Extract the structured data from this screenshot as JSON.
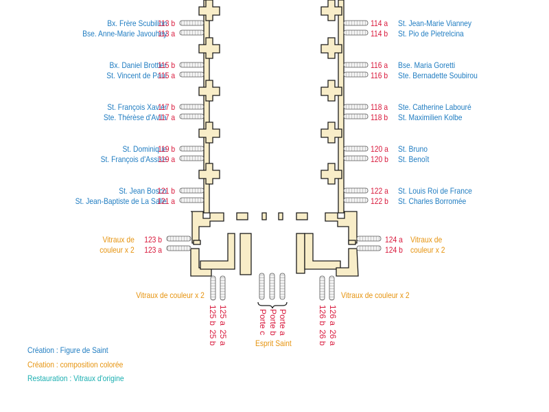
{
  "colors": {
    "saint": "#1f7cc1",
    "number": "#d8173a",
    "colored": "#e6930e",
    "original": "#19aeb0",
    "wall": "#f8edc8",
    "outline": "#1a1a1a"
  },
  "left_windows": [
    {
      "name_b": "Bx. Frère Scubilion",
      "num_b": "113 b",
      "name_a": "Bse. Anne-Marie Javouhey",
      "num_a": "113 a"
    },
    {
      "name_b": "Bx. Daniel Brottier",
      "num_b": "115 b",
      "name_a": "St. Vincent de Paul",
      "num_a": "115 a"
    },
    {
      "name_b": "St. François Xavier",
      "num_b": "117 b",
      "name_a": "Ste. Thérèse d'Avila",
      "num_a": "117 a"
    },
    {
      "name_b": "St. Dominique",
      "num_b": "119 b",
      "name_a": "St. François d'Assise",
      "num_a": "119 a"
    },
    {
      "name_b": "St. Jean Bosco",
      "num_b": "121 b",
      "name_a": "St. Jean-Baptiste de La Salle",
      "num_a": "121 a"
    }
  ],
  "right_windows": [
    {
      "num_a": "114 a",
      "name_a": "St. Jean-Marie Vianney",
      "num_b": "114 b",
      "name_b": "St. Pio de Pietrelcina"
    },
    {
      "num_a": "116 a",
      "name_a": "Bse. Maria Goretti",
      "num_b": "116 b",
      "name_b": "Ste. Bernadette Soubirou"
    },
    {
      "num_a": "118 a",
      "name_a": "Ste. Catherine Labouré",
      "num_b": "118 b",
      "name_b": "St. Maximilien Kolbe"
    },
    {
      "num_a": "120 a",
      "name_a": "St. Bruno",
      "num_b": "120 b",
      "name_b": "St. Benoît"
    },
    {
      "num_a": "122 a",
      "name_a": "St. Louis Roi de France",
      "num_b": "122 b",
      "name_b": "St. Charles Borromée"
    }
  ],
  "west_left": {
    "label_line1": "Vitraux de",
    "label_line2": "couleur x 2",
    "num_b": "123 b",
    "num_a": "123 a"
  },
  "west_right": {
    "num_a": "124 a",
    "num_b": "124 b",
    "label_line1": "Vitraux de",
    "label_line2": "couleur x 2"
  },
  "facade": {
    "left_label": "Vitraux de couleur x 2",
    "right_label": "Vitraux de couleur x 2",
    "left_nums": [
      "125 a",
      "25 a",
      "125 b",
      "25 b"
    ],
    "right_nums": [
      "126 a",
      "26 a",
      "126 b",
      "26 b"
    ],
    "doors": [
      "Porte a",
      "Porte b",
      "Porte c"
    ],
    "doors_label": "Esprit Saint"
  },
  "legend": [
    {
      "label": "Création : Figure de Saint",
      "color_key": "saint"
    },
    {
      "label": "Création : composition colorée",
      "color_key": "colored"
    },
    {
      "label": "Restauration : Vitraux d'origine",
      "color_key": "original"
    }
  ]
}
